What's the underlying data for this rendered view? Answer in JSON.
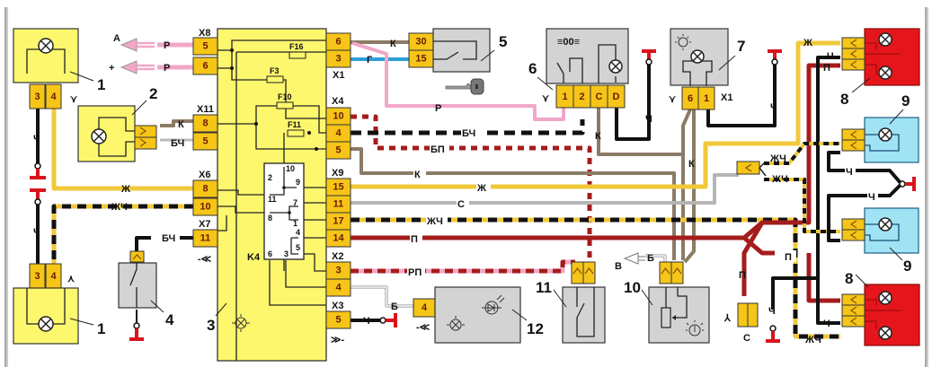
{
  "diagram": {
    "title": "Wiring diagram: interior lighting, door switches and central unit",
    "colors": {
      "yellow_box": "#fdf76e",
      "pin_orange": "#f5c518",
      "grey_box": "#d3d3d3",
      "red_box": "#e5161b",
      "blue_box": "#9fe3f5",
      "wire_pink": "#f2a7c8",
      "wire_brown": "#8b7b66",
      "wire_blue": "#2b9fd6",
      "wire_yellow": "#f0c93a",
      "wire_grey": "#b5b5b5",
      "wire_red": "#a51c1c",
      "wire_black": "#111111",
      "ground_red": "#d9141c"
    },
    "components": [
      {
        "id": "1",
        "label": "1",
        "pins": [
          "3",
          "4"
        ]
      },
      {
        "id": "1b",
        "label": "1",
        "pins": [
          "3",
          "4"
        ]
      },
      {
        "id": "2",
        "label": "2"
      },
      {
        "id": "3",
        "label": "3"
      },
      {
        "id": "4",
        "label": "4"
      },
      {
        "id": "5",
        "label": "5",
        "pins": [
          "30",
          "15"
        ]
      },
      {
        "id": "6",
        "label": "6",
        "pins": [
          "1",
          "2",
          "C",
          "D"
        ]
      },
      {
        "id": "7",
        "label": "7",
        "pins": [
          "6",
          "1"
        ],
        "connector": "X1"
      },
      {
        "id": "8",
        "label": "8"
      },
      {
        "id": "8b",
        "label": "8"
      },
      {
        "id": "9",
        "label": "9"
      },
      {
        "id": "9b",
        "label": "9"
      },
      {
        "id": "10",
        "label": "10"
      },
      {
        "id": "11",
        "label": "11"
      },
      {
        "id": "12",
        "label": "12",
        "pins": [
          "4"
        ]
      },
      {
        "id": "C",
        "label": "С"
      }
    ],
    "central_unit": {
      "connectors": {
        "X8": {
          "name": "X8",
          "pins": [
            "5",
            "6"
          ]
        },
        "X11": {
          "name": "X11",
          "pins": [
            "8",
            "5"
          ]
        },
        "X6": {
          "name": "X6",
          "pins": [
            "8",
            "10"
          ]
        },
        "X7": {
          "name": "X7",
          "pins": [
            "11"
          ]
        },
        "X1": {
          "name": "X1",
          "pins": [
            "6",
            "3"
          ]
        },
        "X4": {
          "name": "X4",
          "pins": [
            "10",
            "4",
            "5"
          ]
        },
        "X9": {
          "name": "X9",
          "pins": [
            "15",
            "11",
            "17",
            "14"
          ]
        },
        "X2": {
          "name": "X2",
          "pins": [
            "3",
            "4"
          ]
        },
        "X3": {
          "name": "X3",
          "pins": [
            "5"
          ]
        }
      },
      "fuses": [
        "F16",
        "F3",
        "F10",
        "F11"
      ],
      "relay": {
        "name": "K4",
        "terminals": [
          "10",
          "2",
          "9",
          "11",
          "7",
          "8",
          "1",
          "4",
          "5",
          "6",
          "3"
        ]
      }
    },
    "inputs": {
      "a_label": "A",
      "plus_label": "+",
      "a_wire": "Р",
      "plus_wire": "Р",
      "b_label": "В"
    },
    "wire_labels": {
      "k_top": "К",
      "g_top": "Г",
      "p_pink": "Р",
      "bch_mid": "БЧ",
      "bp_mid": "БП",
      "k_mid": "К",
      "zh_mid": "Ж",
      "s_mid": "С",
      "zhch_mid": "ЖЧ",
      "p_mid": "П",
      "rp_mid": "РП",
      "b_low": "Б",
      "ch_low": "Ч",
      "b_10": "Б",
      "k_6": "К",
      "ch_6": "Ч",
      "k_7": "К",
      "ch_7": "Ч",
      "k_2": "К",
      "bch_2": "БЧ",
      "ch_1": "Ч",
      "zh_left": "Ж",
      "zhch_left": "ЖЧ",
      "bch_4": "БЧ",
      "zh_8": "Ж",
      "ch_8": "Ч",
      "p_8": "П",
      "zhch_r1": "ЖЧ",
      "zhch_r2": "ЖЧ",
      "ch_9a": "Ч",
      "ch_9b": "Ч",
      "p_r": "П",
      "p_c": "П",
      "ch_c": "Ч",
      "ch_8b": "Ч",
      "zhch_8b": "ЖЧ"
    }
  }
}
